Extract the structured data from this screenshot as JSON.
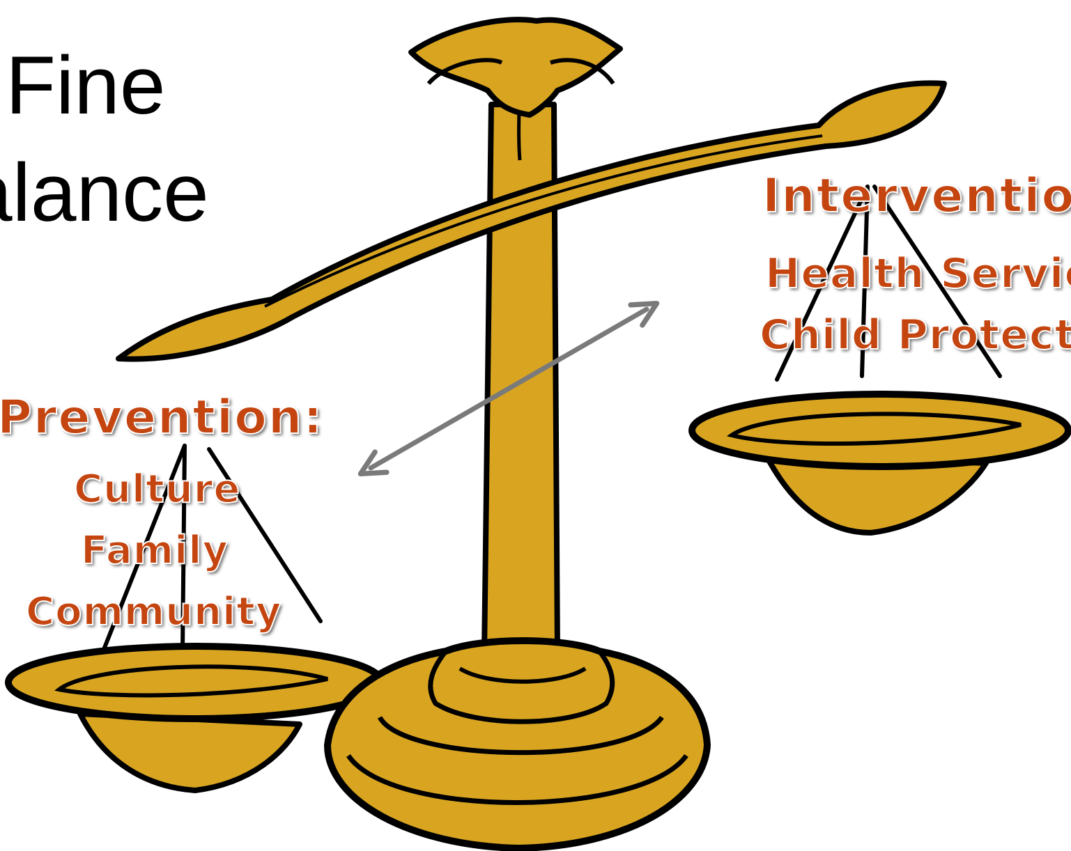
{
  "title": {
    "line1": "Fine",
    "line2": "alance"
  },
  "prevention": {
    "heading": "Prevention:",
    "items": [
      "Culture",
      "Family",
      "Community"
    ]
  },
  "intervention": {
    "heading": "Interventio",
    "items": [
      "Health Servic",
      "Child Protecti"
    ]
  },
  "colors": {
    "gold": "#d9a521",
    "outline": "#000000",
    "label": "#c4450f",
    "arrow": "#7a7a7a"
  }
}
